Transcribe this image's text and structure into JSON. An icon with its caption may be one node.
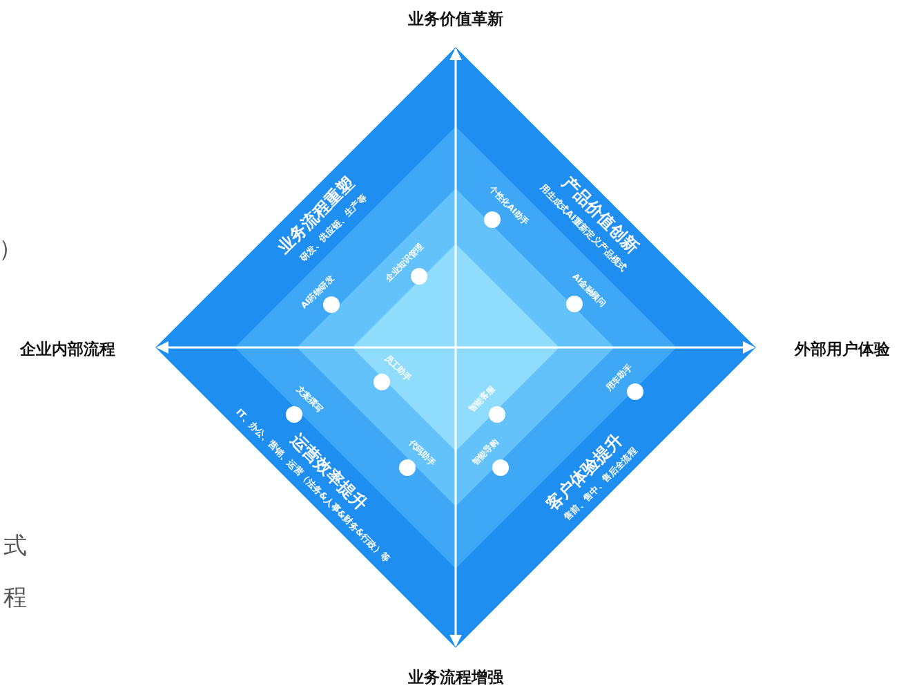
{
  "diagram": {
    "nodes": [
      {
        "text": [
          "业务流程重塑",
          "研发、供应链、生产等"
        ]
      },
      {
        "text": [
          "AI药物研发"
        ],
        "in": 0
      },
      {
        "text": [
          "企业知识管理"
        ],
        "in": 0
      },
      {
        "text": [
          "产品价值创新",
          "用生成式AI重新定义产品模式"
        ]
      },
      {
        "text": [
          "个性化AI助手"
        ],
        "in": 3
      },
      {
        "text": [
          "AI金融顾问"
        ],
        "in": 3
      },
      {
        "text": [
          "运营效率提升",
          "IT、办公、营销、运营（法务&人事&财务&行政）等"
        ]
      },
      {
        "text": [
          "员工助手"
        ],
        "in": 6
      },
      {
        "text": [
          "文案撰写"
        ],
        "in": 6
      },
      {
        "text": [
          "代码助手"
        ],
        "in": 6
      },
      {
        "text": [
          "客户体验提升",
          "售前、售中、售后全流程"
        ]
      },
      {
        "text": [
          "用车助手"
        ],
        "in": 10
      },
      {
        "text": [
          "智能客服"
        ],
        "in": 10
      },
      {
        "text": [
          "智能导购"
        ],
        "in": 10
      }
    ],
    "labels": [
      "业务价值革新",
      "）",
      "企业内部流程",
      "外部用户体验",
      "式",
      "程",
      "业务流程增强"
    ]
  }
}
